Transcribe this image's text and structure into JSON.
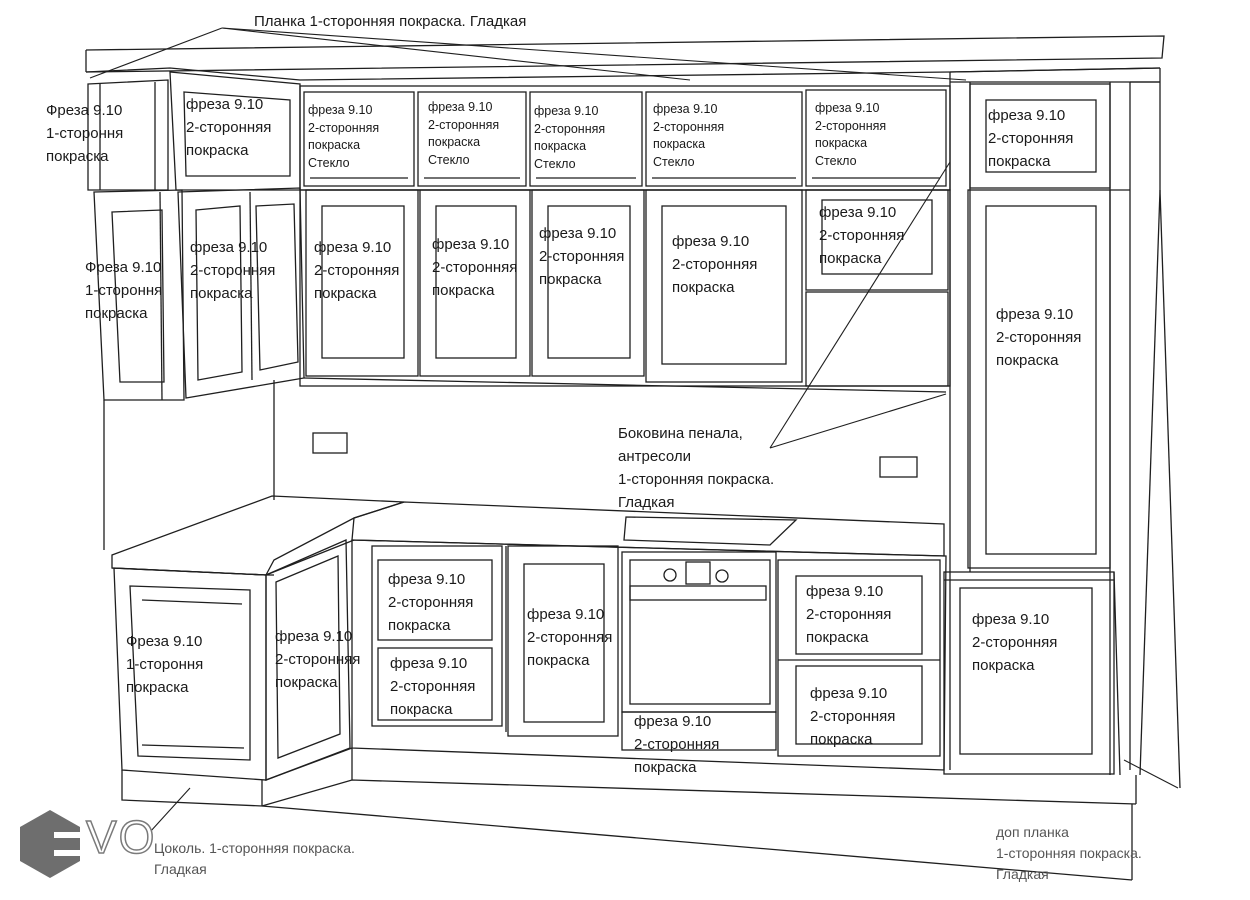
{
  "labels": {
    "top_plank": [
      "Планка 1-сторонняя покраска. Гладкая"
    ],
    "upper_left_end_top": [
      "Фреза 9.10",
      "1-стороння",
      "покраска"
    ],
    "upper_corner_top": [
      "фреза 9.10",
      "2-сторонняя",
      "покраска"
    ],
    "glass_1": [
      "фреза 9.10",
      "2-сторонняя",
      "покраска",
      "Стекло"
    ],
    "glass_2": [
      "фреза 9.10",
      "2-сторонняя",
      "покраска",
      "Стекло"
    ],
    "glass_3": [
      "фреза 9.10",
      "2-сторонняя",
      "покраска",
      "Стекло"
    ],
    "glass_4": [
      "фреза 9.10",
      "2-сторонняя",
      "покраска",
      "Стекло"
    ],
    "glass_5": [
      "фреза 9.10",
      "2-сторонняя",
      "покраска",
      "Стекло"
    ],
    "pencil_top": [
      "фреза 9.10",
      "2-сторонняя",
      "покраска"
    ],
    "upper_left_end_mid": [
      "Фреза 9.10",
      "1-стороння",
      "покраска"
    ],
    "upper_corner_mid": [
      "фреза 9.10",
      "2-сторонняя",
      "покраска"
    ],
    "upper_mid_1": [
      "фреза 9.10",
      "2-сторонняя",
      "покраска"
    ],
    "upper_mid_2": [
      "фреза 9.10",
      "2-сторонняя",
      "покраска"
    ],
    "upper_mid_3": [
      "фреза 9.10",
      "2-сторонняя",
      "покраска"
    ],
    "upper_mid_4": [
      "фреза 9.10",
      "2-сторонняя",
      "покраска"
    ],
    "upper_mid_5": [
      "фреза 9.10",
      "2-сторонняя",
      "покраска"
    ],
    "pencil_mid": [
      "фреза 9.10",
      "2-сторонняя",
      "покраска"
    ],
    "side_panel": [
      "Боковина пенала,",
      "антресоли",
      "1-сторонняя покраска.",
      "Гладкая"
    ],
    "base_left_end": [
      "Фреза 9.10",
      "1-стороння",
      "покраска"
    ],
    "base_corner": [
      "фреза 9.10",
      "2-сторонняя",
      "покраска"
    ],
    "drawer_1": [
      "фреза 9.10",
      "2-сторонняя",
      "покраска"
    ],
    "drawer_2": [
      "фреза 9.10",
      "2-сторонняя",
      "покраска"
    ],
    "base_door": [
      "фреза 9.10",
      "2-сторонняя",
      "покраска"
    ],
    "oven_drawer": [
      "фреза 9.10",
      "2-сторонняя",
      "покраска"
    ],
    "drawer_3": [
      "фреза 9.10",
      "2-сторонняя",
      "покраска"
    ],
    "drawer_4": [
      "фреза 9.10",
      "2-сторонняя",
      "покраска"
    ],
    "pencil_bottom": [
      "фреза 9.10",
      "2-сторонняя",
      "покраска"
    ],
    "plinth": [
      "Цоколь. 1-сторонняя покраска.",
      "Гладкая"
    ],
    "extra_plank": [
      "доп планка",
      "1-сторонняя покраска.",
      "Гладкая"
    ]
  },
  "logo": {
    "text": "VO",
    "mark": "hexagon-logo"
  },
  "colors": {
    "line": "#1f1f1f",
    "text": "#1a1a1a",
    "logo": "#6e6e6e"
  }
}
